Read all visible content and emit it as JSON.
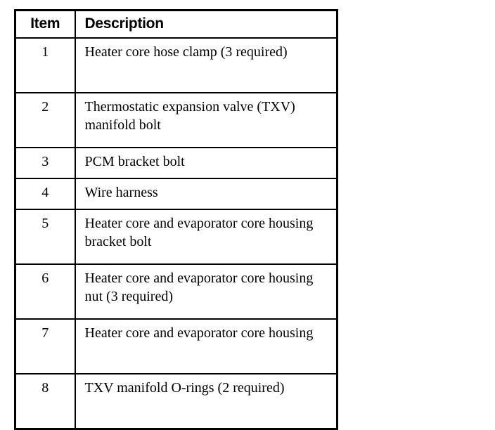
{
  "table": {
    "name": "parts-identification-table",
    "columns": [
      {
        "key": "item",
        "label": "Item",
        "align": "center"
      },
      {
        "key": "description",
        "label": "Description",
        "align": "left"
      }
    ],
    "rows": [
      {
        "item": "1",
        "description": "Heater core hose clamp (3 required)",
        "lines": 2
      },
      {
        "item": "2",
        "description": "Thermostatic expansion valve (TXV) manifold bolt",
        "lines": 2
      },
      {
        "item": "3",
        "description": "PCM bracket bolt",
        "lines": 1
      },
      {
        "item": "4",
        "description": "Wire harness",
        "lines": 1
      },
      {
        "item": "5",
        "description": "Heater core and evaporator core housing bracket bolt",
        "lines": 2
      },
      {
        "item": "6",
        "description": "Heater core and evaporator core housing nut (3 required)",
        "lines": 2
      },
      {
        "item": "7",
        "description": "Heater core and evaporator core housing",
        "lines": 2
      },
      {
        "item": "8",
        "description": "TXV manifold O-rings (2 required)",
        "lines": 2
      }
    ]
  },
  "colors": {
    "border": "#000000",
    "text": "#000000",
    "background": "#ffffff"
  }
}
